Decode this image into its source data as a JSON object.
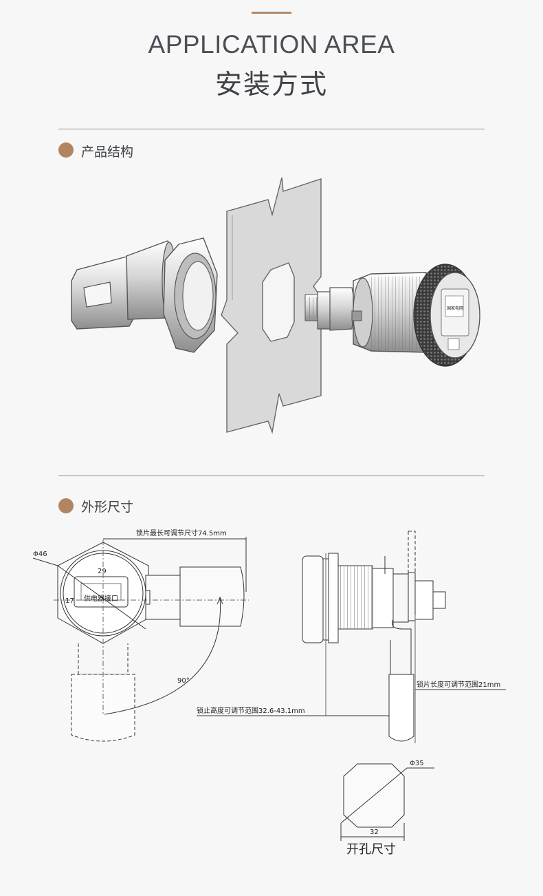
{
  "header": {
    "title_en": "APPLICATION AREA",
    "title_zh": "安装方式"
  },
  "sections": [
    {
      "title": "产品结构"
    },
    {
      "title": "外形尺寸"
    }
  ],
  "product_module": {
    "logo_text": "国家电网"
  },
  "drawings": {
    "front": {
      "dim_length": "锁片最长可调节尺寸74.5mm",
      "dim_diameter": "Φ46",
      "dim_width": "29",
      "dim_height": "17",
      "interface_label": "供电器接口",
      "angle": "90°"
    },
    "side": {
      "dim_range": "锁止高度可调节范围32.6-43.1mm",
      "dim_plate": "锁片长度可调节范围21mm"
    },
    "cutout": {
      "dim_diameter": "Φ35",
      "dim_width": "32",
      "title": "开孔尺寸"
    }
  },
  "colors": {
    "accent": "#b48a66",
    "dot": "#b28560",
    "rule": "#8c8c8c"
  }
}
